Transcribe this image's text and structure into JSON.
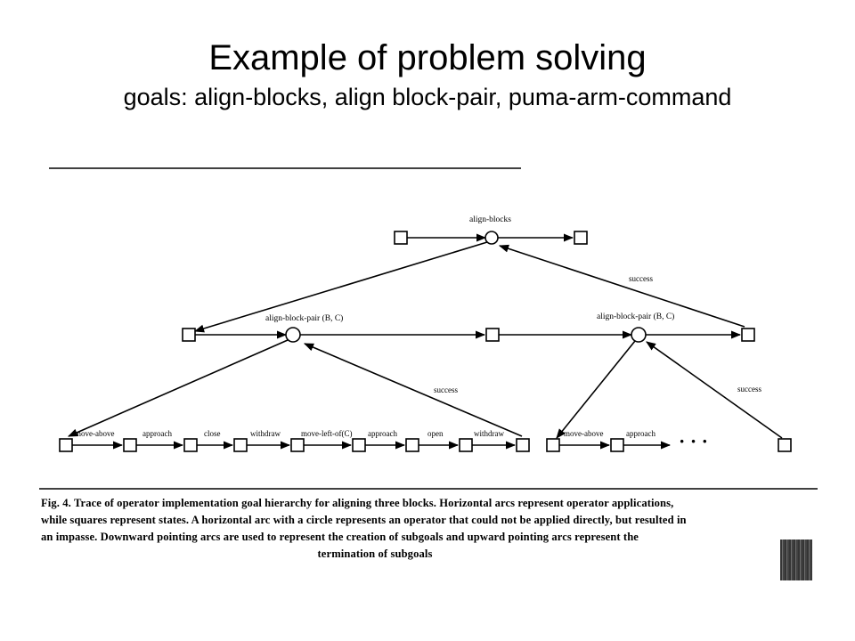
{
  "slide": {
    "title": "Example of problem solving",
    "subtitle": "goals: align-blocks, align block-pair, puma-arm-command"
  },
  "diagram": {
    "labels": {
      "root": "align-blocks",
      "pair_left": "align-block-pair (B, C)",
      "pair_right": "align-block-pair (B, C)",
      "success_top": "success",
      "success_mid": "success",
      "success_right": "success",
      "ellipsis": "· · ·"
    },
    "operators_left": [
      "move-above",
      "approach",
      "close",
      "withdraw",
      "move-left-of(C)",
      "approach",
      "open",
      "withdraw"
    ],
    "operators_right": [
      "move-above",
      "approach"
    ]
  },
  "caption": {
    "line1": "Fig. 4. Trace of operator implementation goal hierarchy for aligning three blocks. Horizontal arcs represent operator applications,",
    "line2": "while squares represent states. A horizontal arc with a circle represents an operator that could not be applied directly, but resulted in",
    "line3": "an impasse. Downward pointing arcs are used to represent the creation of subgoals and upward pointing arcs represent the",
    "line4": "termination of subgoals"
  }
}
